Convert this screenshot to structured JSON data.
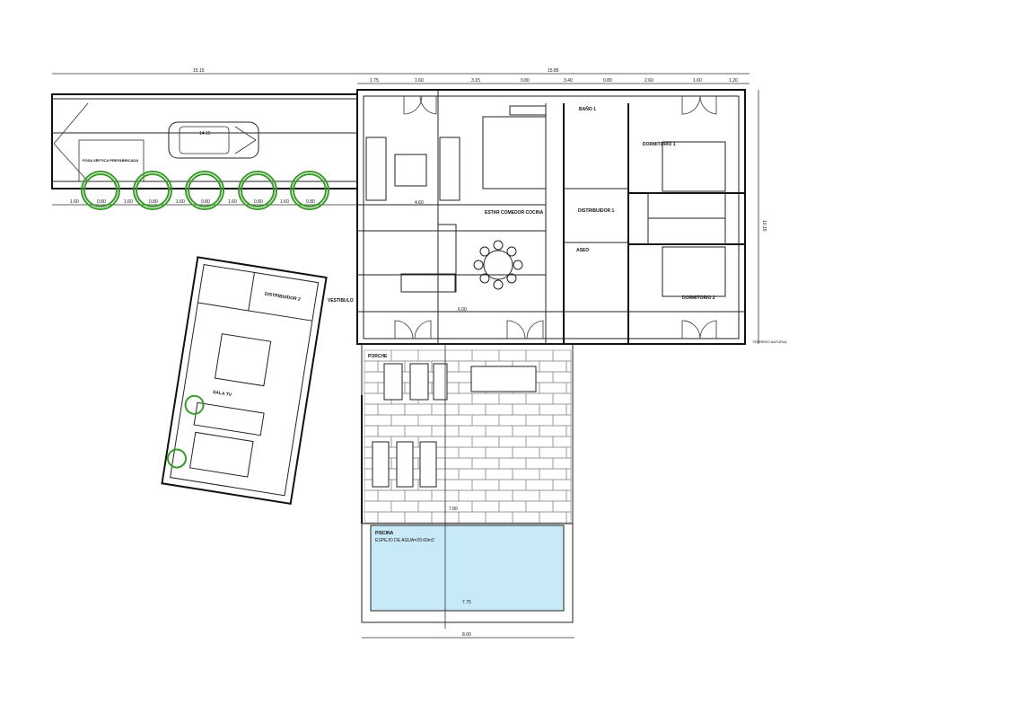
{
  "plan": {
    "rooms": {
      "living": "ESTAR COMEDOR COCINA",
      "bed1": "DORMITORIO 1",
      "bed2": "DORMITORIO 2",
      "bath1": "BAÑO 1",
      "wc": "ASEO",
      "dist1": "DISTRIBUIDOR 1",
      "dist2": "DISTRIBUIDOR 2",
      "tv": "SALA TV",
      "porch": "PORCHE",
      "hall": "VESTIBULO",
      "pool": "PISCINA",
      "pool_area": "ESPEJO DE AGUA=29.60m2",
      "septic": "FOSA SÉPTICA PREFABRICADA",
      "ground": "TERRENO NATURAL"
    },
    "dimensions": {
      "top_left": "15.15",
      "top_right": "15.85",
      "top_segments": [
        "1.75",
        "1.60",
        "3.15",
        "0.80",
        "3.40",
        "0.80",
        "2.60",
        "1.60",
        "1.20"
      ],
      "parking_segments": [
        "1.60",
        "0.80",
        "1.60",
        "0.80",
        "1.60",
        "0.80",
        "1.60",
        "0.80",
        "1.60",
        "0.80"
      ],
      "right_total": "10.15",
      "pool_width": "8.00",
      "pool_inner": "7.75",
      "terrace": "7.80",
      "living_width": "4.60",
      "dining_width": "6.00",
      "car_length": "14.15"
    },
    "colors": {
      "pool": "#c8eaf8",
      "trees": "#3a9a2a"
    }
  }
}
